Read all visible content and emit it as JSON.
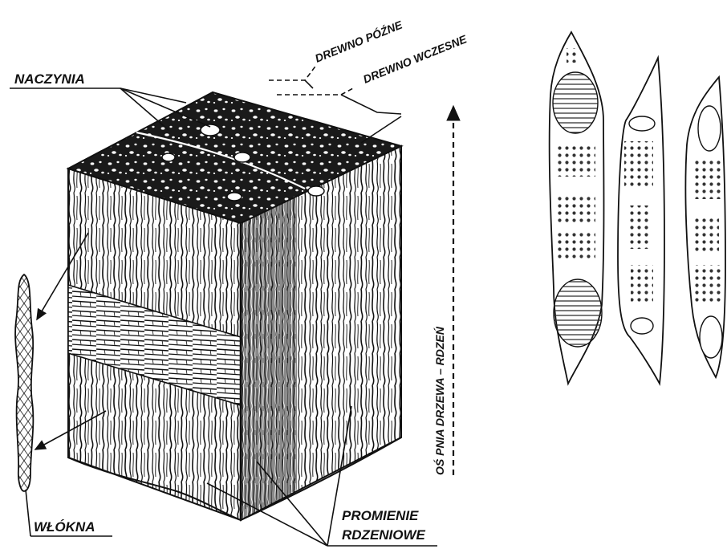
{
  "labels": {
    "vessels": "NACZYNIA",
    "latewood": "DREWNO PÓŹNE",
    "earlywood": "DREWNO WCZESNE",
    "axis": "OŚ PNIA DRZEWA – RDZEŃ",
    "rays_line1": "PROMIENIE",
    "rays_line2": "RDZENIOWE",
    "fibers": "WŁÓKNA"
  },
  "colors": {
    "ink": "#111111",
    "paper": "#ffffff"
  }
}
